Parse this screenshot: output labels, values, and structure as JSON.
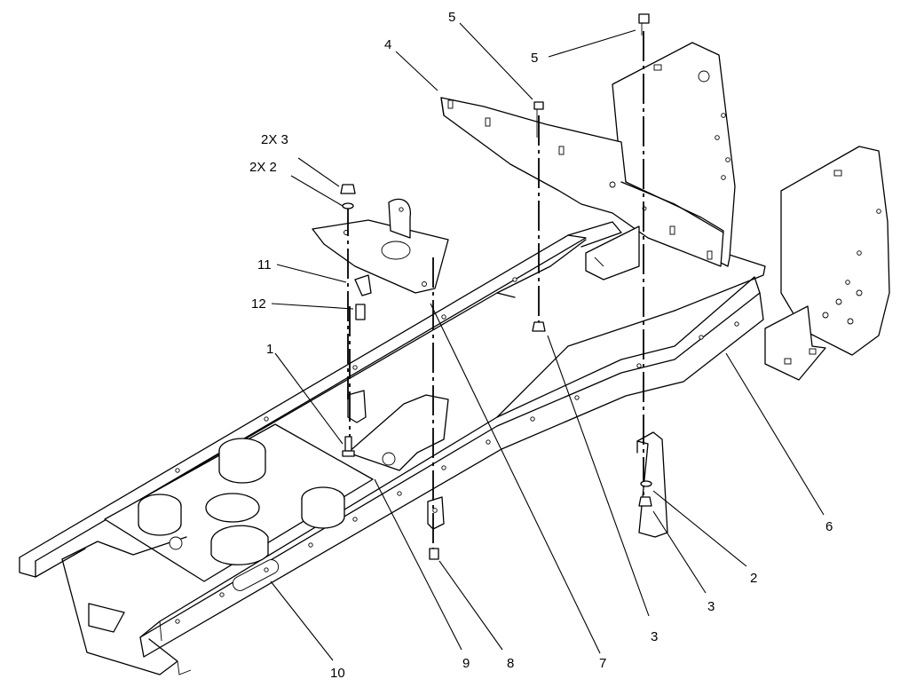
{
  "callouts": {
    "c1": "1",
    "c2": "2",
    "c2x2": "2X 2",
    "c2x3": "2X 3",
    "c3a": "3",
    "c3b": "3",
    "c4": "4",
    "c5a": "5",
    "c5b": "5",
    "c6": "6",
    "c7": "7",
    "c8": "8",
    "c9": "9",
    "c10": "10",
    "c11": "11",
    "c12": "12"
  },
  "colors": {
    "ink": "#000000",
    "background": "#ffffff"
  }
}
